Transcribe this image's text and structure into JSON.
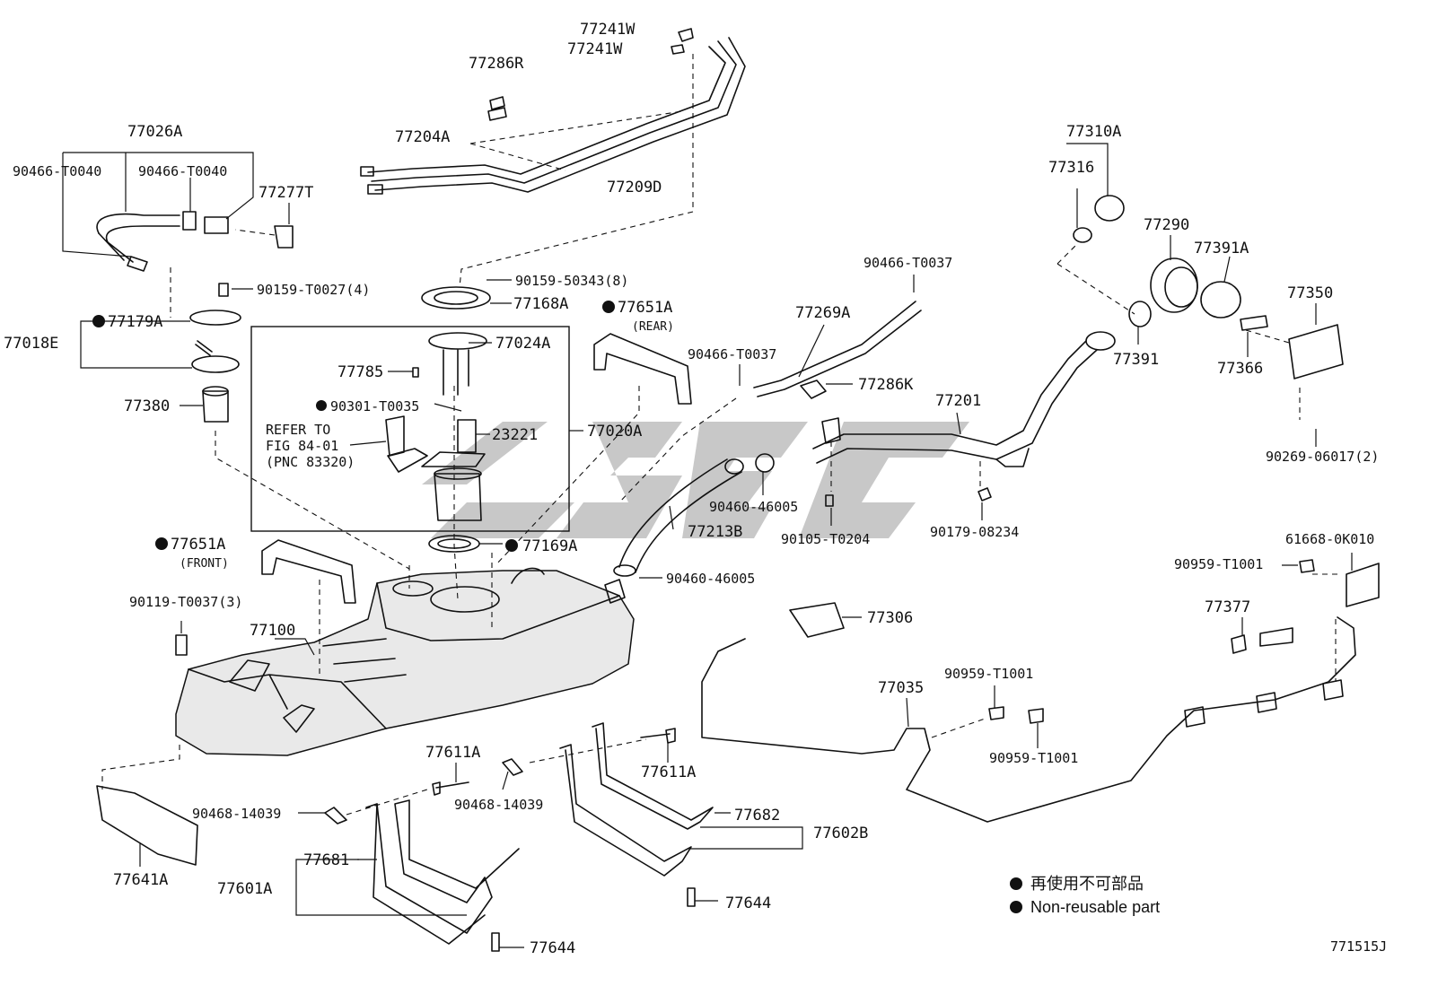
{
  "diagram_id": "771515J",
  "labels": {
    "p77241W_a": "77241W",
    "p77241W_b": "77241W",
    "p77286R": "77286R",
    "p77204A": "77204A",
    "p77209D": "77209D",
    "p77026A": "77026A",
    "p90466_T0040_a": "90466-T0040",
    "p90466_T0040_b": "90466-T0040",
    "p77277T": "77277T",
    "p90159_T0027": "90159-T0027(4)",
    "p90159_50343": "90159-50343(8)",
    "p77168A": "77168A",
    "p77651A_rear": "77651A",
    "rear_note": "(REAR)",
    "p77179A": "77179A",
    "p77018E": "77018E",
    "p77024A": "77024A",
    "p77785": "77785",
    "p90301_T0035": "90301-T0035",
    "p77380": "77380",
    "refer_line1": "REFER TO",
    "refer_line2": "FIG 84-01",
    "refer_line3": "(PNC 83320)",
    "p23221": "23221",
    "p77020A": "77020A",
    "p77169A": "77169A",
    "p77651A_front": "77651A",
    "front_note": "(FRONT)",
    "p90119_T0037": "90119-T0037(3)",
    "p77100": "77100",
    "p90466_T0037_a": "90466-T0037",
    "p90466_T0037_b": "90466-T0037",
    "p77269A": "77269A",
    "p77286K": "77286K",
    "p77201": "77201",
    "p90460_46005_a": "90460-46005",
    "p90460_46005_b": "90460-46005",
    "p90105_T0204": "90105-T0204",
    "p90179_08234": "90179-08234",
    "p77213B": "77213B",
    "p77310A": "77310A",
    "p77316": "77316",
    "p77290": "77290",
    "p77391A": "77391A",
    "p77391": "77391",
    "p77350": "77350",
    "p77366": "77366",
    "p90269_06017": "90269-06017(2)",
    "p61668_0K010": "61668-0K010",
    "p90959_T1001_a": "90959-T1001",
    "p90959_T1001_b": "90959-T1001",
    "p90959_T1001_c": "90959-T1001",
    "p77377": "77377",
    "p77306": "77306",
    "p77035": "77035",
    "p77611A_a": "77611A",
    "p77611A_b": "77611A",
    "p90468_14039_a": "90468-14039",
    "p90468_14039_b": "90468-14039",
    "p77682": "77682",
    "p77602B": "77602B",
    "p77681": "77681",
    "p77601A": "77601A",
    "p77641A": "77641A",
    "p77644_a": "77644",
    "p77644_b": "77644"
  },
  "legend": {
    "line1": "再使用不可部品",
    "line2": "Non-reusable part"
  }
}
